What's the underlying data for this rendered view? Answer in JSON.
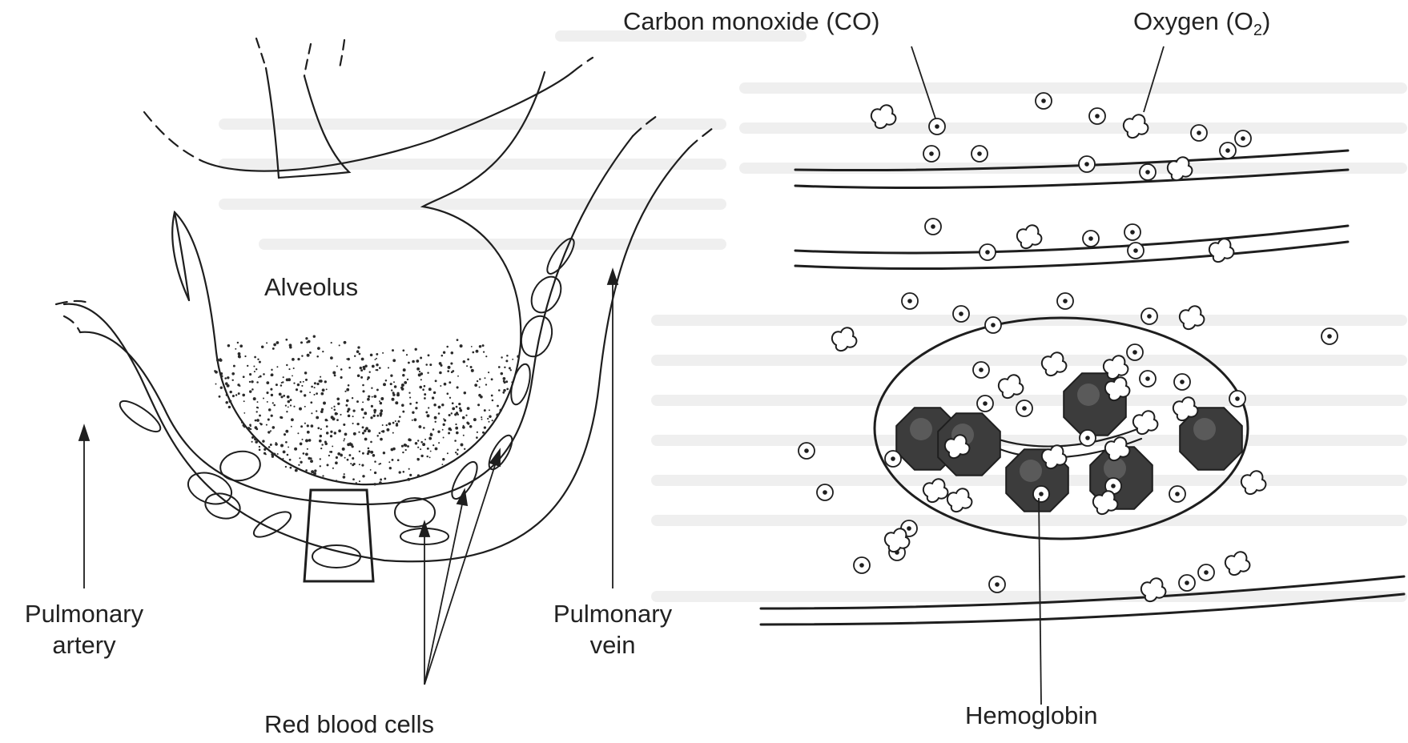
{
  "labels": {
    "carbon_monoxide": "Carbon monoxide (CO)",
    "oxygen": "Oxygen (O",
    "oxygen_sub": "2",
    "oxygen_close": ")",
    "alveolus": "Alveolus",
    "pulmonary_artery": "Pulmonary\nartery",
    "pulmonary_vein": "Pulmonary\nvein",
    "red_blood_cells": "Red blood cells",
    "hemoglobin": "Hemoglobin"
  },
  "colors": {
    "line": "#1e1e1e",
    "hemoglobin_fill": "#3c3c3c",
    "background_text": "#d9d9d9"
  }
}
